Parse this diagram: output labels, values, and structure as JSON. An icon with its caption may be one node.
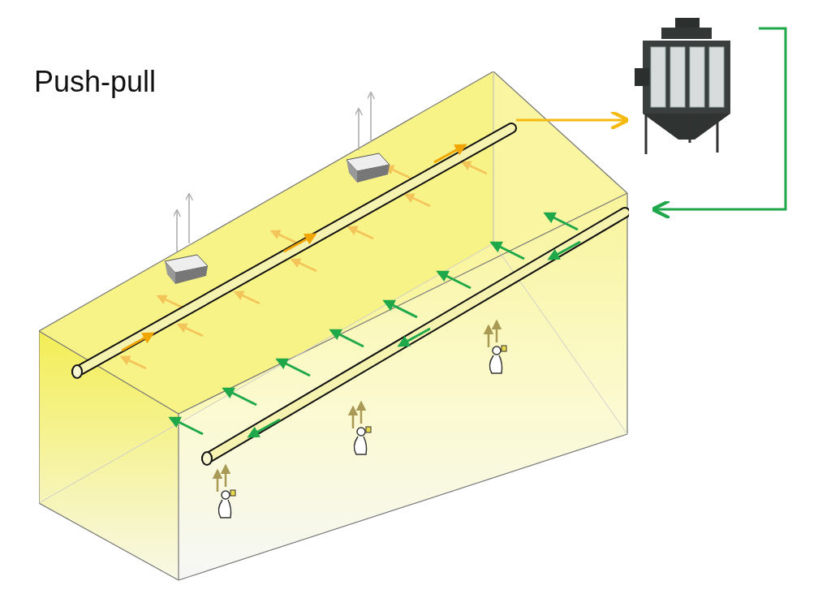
{
  "diagram": {
    "title": "Push-pull",
    "nodes": [
      {
        "text": [],
        "shape": "picture"
      },
      {
        "text": [],
        "shape": "picture"
      }
    ],
    "edges": [
      {
        "from": 0,
        "to": 1,
        "arrow": "to",
        "color": "#f5b90f"
      },
      {
        "from": 1,
        "to": 0,
        "arrow": "to",
        "color": "#1fa84a"
      }
    ]
  }
}
